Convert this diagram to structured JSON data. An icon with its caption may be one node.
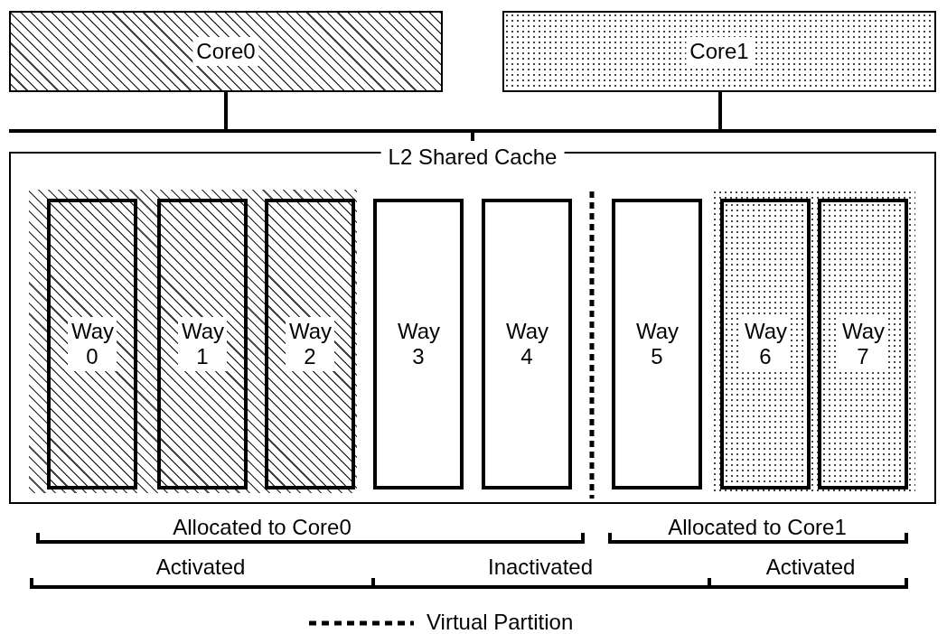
{
  "diagram": {
    "nodes": [
      {
        "text": [
          "Core0"
        ]
      },
      {
        "text": [
          "Core1"
        ]
      },
      {
        "text": [
          "L2 Shared Cache"
        ]
      },
      {
        "text": [
          "Way 0"
        ],
        "in": 2
      },
      {
        "text": [
          "Way 1"
        ],
        "in": 2
      },
      {
        "text": [
          "Way 2"
        ],
        "in": 2
      },
      {
        "text": [
          "Way 3"
        ],
        "in": 2
      },
      {
        "text": [
          "Way 4"
        ],
        "in": 2
      },
      {
        "text": [
          "Way 5"
        ],
        "in": 2
      },
      {
        "text": [
          "Way 6"
        ],
        "in": 2
      },
      {
        "text": [
          "Way 7"
        ],
        "in": 2
      }
    ],
    "edges": [
      {
        "from": 0,
        "to": 2,
        "arrow": "none"
      },
      {
        "from": 1,
        "to": 2,
        "arrow": "none"
      }
    ],
    "labels": [
      "Allocated to Core0",
      "Allocated to Core1",
      "Activated",
      "Inactivated",
      "Activated"
    ],
    "legend": [
      {
        "text": "Virtual Partition"
      }
    ]
  }
}
